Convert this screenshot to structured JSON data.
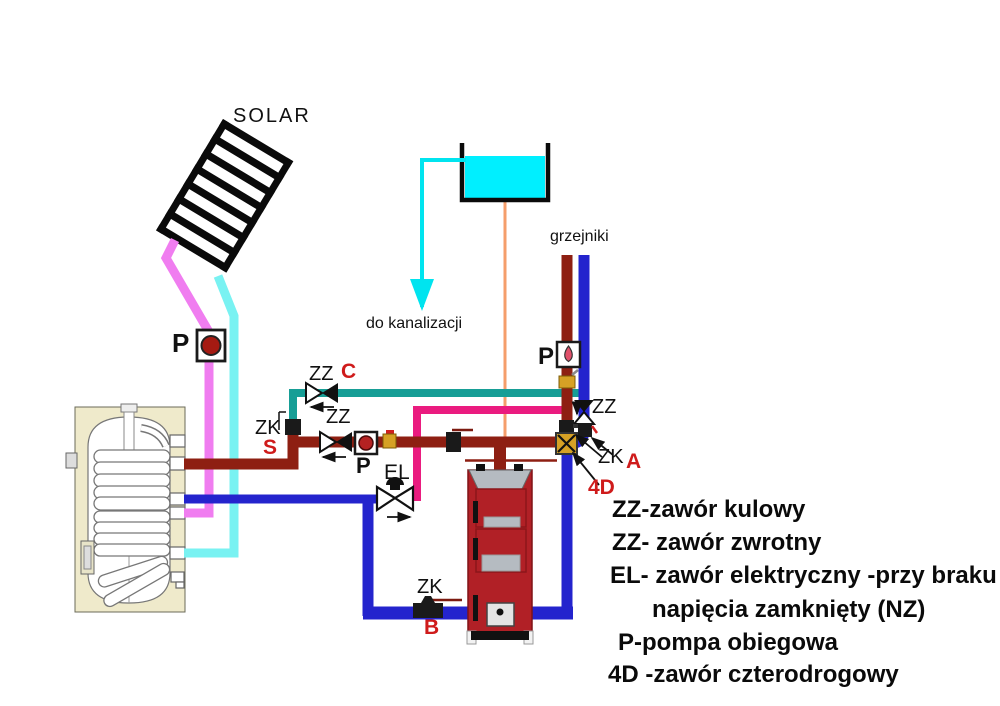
{
  "labels": {
    "solar": "SOLAR",
    "drain": "do kanalizacji",
    "radiators": "grzejniki",
    "pump_solar": "P",
    "pump_mid": "P",
    "pump_right": "P",
    "valve_zz_c": "ZZ",
    "tag_c": "C",
    "valve_zk_s": "ZK",
    "tag_s": "S",
    "valve_zz_mid": "ZZ",
    "valve_el": "EL",
    "valve_zz_right": "ZZ",
    "valve_zk_a": "ZK",
    "tag_a": "A",
    "valve_4d": "4D",
    "valve_zk_b": "ZK",
    "tag_b": "B"
  },
  "legend": {
    "lines": [
      "ZZ-zawór kulowy",
      "ZZ- zawór zwrotny",
      "EL- zawór elektryczny -przy braku",
      "napięcia zamknięty (NZ)",
      "P-pompa obiegowa",
      "4D -zawór czterodrogowy"
    ]
  },
  "colors": {
    "pipe_hot_dark_red": "#8e1f12",
    "pipe_cold_blue": "#2424cd",
    "pipe_teal": "#179e96",
    "pipe_deep_pink": "#ea1b7f",
    "solar_supply_pink": "#f07df0",
    "solar_return_cyan": "#79f2f2",
    "expansion_water_cyan": "#00efff",
    "overflow_cyan": "#00e4ef",
    "expansion_orange": "#f59e6b",
    "brass_valve": "#d6a125",
    "boiler_red": "#b12026",
    "tag_red": "#cf1b1b"
  }
}
